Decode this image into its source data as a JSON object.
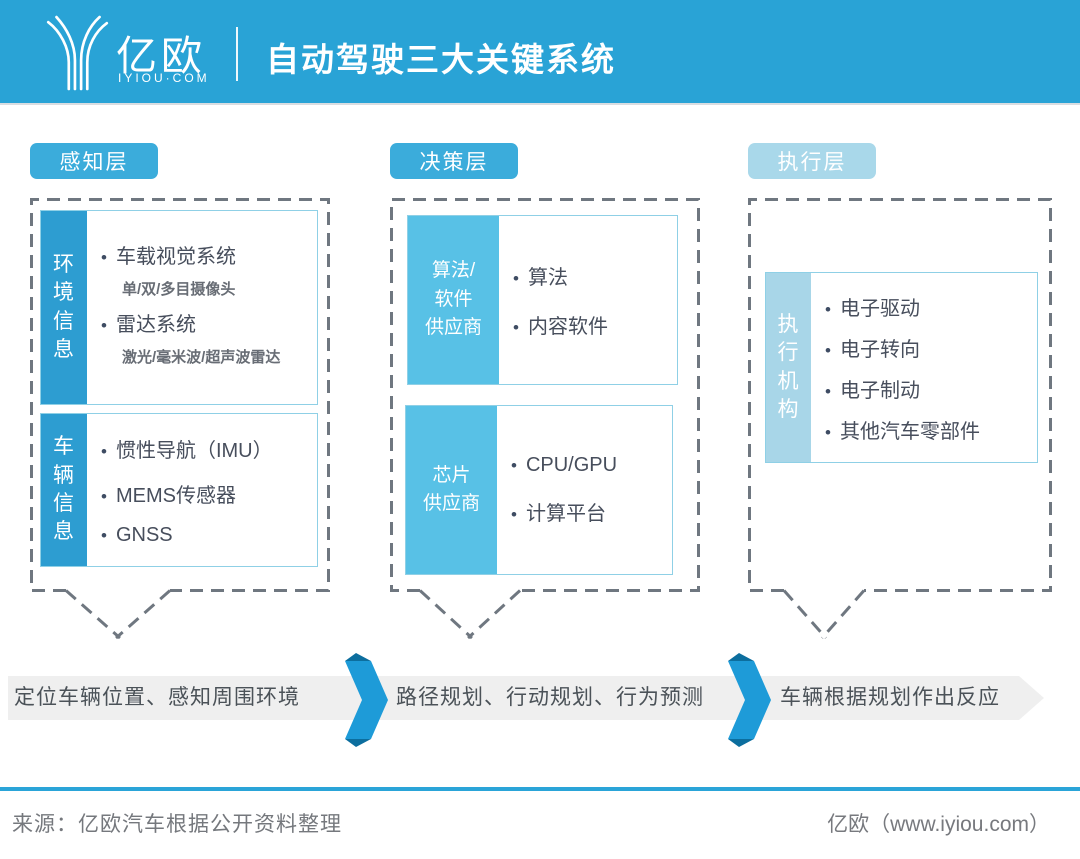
{
  "header": {
    "logo_text": "亿欧",
    "logo_sub": "IYIOU·COM",
    "title": "自动驾驶三大关键系统"
  },
  "icons": {
    "logo": "iyiou-branching-road-logo",
    "flow_arrow": "chevron-right-ribbon",
    "bullet": "•"
  },
  "columns": [
    {
      "label": "感知层",
      "boxes": [
        {
          "side": [
            "环",
            "境",
            "信",
            "息"
          ],
          "items": [
            {
              "text": "车载视觉系统",
              "sub": "单/双/多目摄像头"
            },
            {
              "text": "雷达系统",
              "sub": "激光/毫米波/超声波雷达"
            }
          ]
        },
        {
          "side": [
            "车",
            "辆",
            "信",
            "息"
          ],
          "items": [
            {
              "text": "惯性导航（IMU）"
            },
            {
              "text": "MEMS传感器"
            },
            {
              "text": "GNSS"
            }
          ]
        }
      ],
      "flow_text": "定位车辆位置、感知周围环境"
    },
    {
      "label": "决策层",
      "boxes": [
        {
          "side": [
            "算法/",
            "软件",
            "供应商"
          ],
          "items": [
            {
              "text": "算法"
            },
            {
              "text": "内容软件"
            }
          ]
        },
        {
          "side": [
            "芯片",
            "供应商"
          ],
          "items": [
            {
              "text": "CPU/GPU"
            },
            {
              "text": "计算平台"
            }
          ]
        }
      ],
      "flow_text": "路径规划、行动规划、行为预测"
    },
    {
      "label": "执行层",
      "boxes": [
        {
          "side": [
            "执",
            "行",
            "机",
            "构"
          ],
          "items": [
            {
              "text": "电子驱动"
            },
            {
              "text": "电子转向"
            },
            {
              "text": "电子制动"
            },
            {
              "text": "其他汽车零部件"
            }
          ]
        }
      ],
      "flow_text": "车辆根据规划作出反应"
    }
  ],
  "footer": {
    "source": "来源：亿欧汽车根据公开资料整理",
    "credit": "亿欧（www.iyiou.com）"
  },
  "colors": {
    "header_bg": "#29A3D6",
    "layer_label_blue": "#3BACDB",
    "layer_label_light": "#A9D8EA",
    "panel_blue_dark": "#2D9DD1",
    "panel_blue_mid": "#58C1E6",
    "panel_blue_light": "#A8D6E8",
    "box_border": "#8FD0E6",
    "dashed_border": "#6F7780",
    "flow_band_bg": "#EFEFEF",
    "flow_arrow_blue": "#1E9BD8",
    "flow_arrow_dark": "#0C6E9E",
    "footer_line_blue": "#2AA4D8",
    "text_dark": "#474E5C",
    "text_sub": "#686D75",
    "footer_text": "#75787D"
  }
}
